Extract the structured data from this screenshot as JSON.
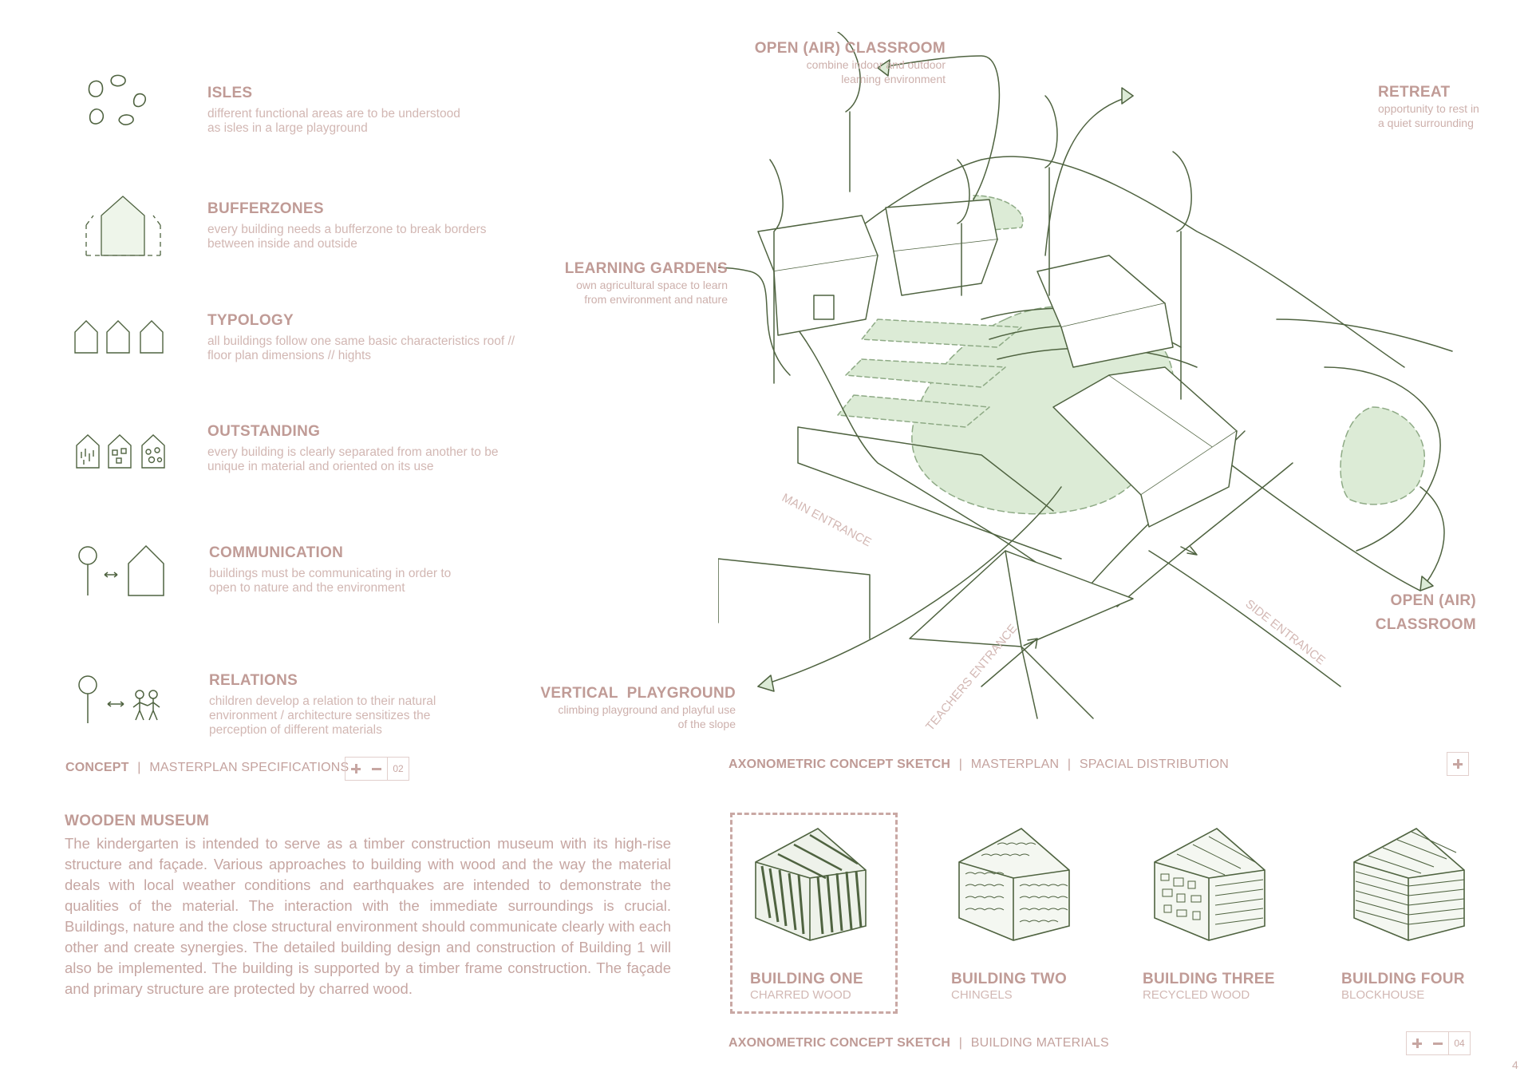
{
  "concept": {
    "items": [
      {
        "title": "ISLES",
        "text": "different functional areas are to be understood as isles in a large playground",
        "icon": "isles-icon"
      },
      {
        "title": "BUFFERZONES",
        "text": "every building needs a bufferzone to break borders between inside and outside",
        "icon": "bufferzone-house-icon"
      },
      {
        "title": "TYPOLOGY",
        "text": "all buildings follow one same basic characteristics roof // floor plan dimensions // hights",
        "icon": "three-houses-icon"
      },
      {
        "title": "OUTSTANDING",
        "text": "every building is clearly separated from another to be unique in material and oriented on its use",
        "icon": "patterned-houses-icon"
      },
      {
        "title": "COMMUNICATION",
        "text": "buildings must be communicating in order to open to nature and the environment",
        "icon": "tree-house-arrow-icon"
      },
      {
        "title": "RELATIONS",
        "text": "children develop a relation to their natural environment / architecture sensitizes the perception of different materials",
        "icon": "tree-children-arrow-icon"
      }
    ],
    "caption": {
      "bold": "CONCEPT",
      "sep": "|",
      "rest": "MASTERPLAN SPECIFICATIONS"
    },
    "page_num": "02"
  },
  "sketch": {
    "labels": {
      "open_air_top": {
        "title": "OPEN (AIR) CLASSROOM",
        "text1": "combine indoor and outdoor",
        "text2": "learning environment"
      },
      "retreat": {
        "title": "RETREAT",
        "text1": "opportunity to rest in",
        "text2": "a quiet surrounding"
      },
      "learning_gardens": {
        "title": "LEARNING GARDENS",
        "text1": "own agricultural space to learn",
        "text2": "from environment and nature"
      },
      "open_air_right": {
        "title1": "OPEN (AIR)",
        "title2": "CLASSROOM"
      },
      "vertical_playground": {
        "title": "VERTICAL  PLAYGROUND",
        "text1": "climbing playground and playful use",
        "text2": "of the slope"
      }
    },
    "entrances": {
      "main": "MAIN ENTRANCE",
      "side": "SIDE ENTRANCE",
      "teachers": "TEACHERS ENTRANCE"
    },
    "caption": {
      "bold": "AXONOMETRIC CONCEPT SKETCH",
      "sep1": "|",
      "part2": "MASTERPLAN",
      "sep2": "|",
      "part3": "SPACIAL DISTRIBUTION"
    }
  },
  "museum": {
    "title": "WOODEN MUSEUM",
    "text": "The kindergarten is intended to serve as a timber construction museum with its high-rise structure and façade. Various approaches to building with wood and the way the material deals with local weather conditions and earthquakes are intended to demonstrate the qualities of the material. The interaction with the immediate surroundings is crucial. Buildings, nature and the close structural environment should communicate clearly with each other and create synergies. The detailed building design and construction of Building 1 will also be implemented. The building is supported by a timber frame construction. The façade and primary structure are protected by charred wood."
  },
  "buildings": [
    {
      "title": "BUILDING ONE",
      "material": "CHARRED WOOD",
      "selected": true
    },
    {
      "title": "BUILDING TWO",
      "material": "CHINGELS",
      "selected": false
    },
    {
      "title": "BUILDING THREE",
      "material": "RECYCLED WOOD",
      "selected": false
    },
    {
      "title": "BUILDING FOUR",
      "material": "BLOCKHOUSE",
      "selected": false
    }
  ],
  "materials_caption": {
    "bold": "AXONOMETRIC CONCEPT SKETCH",
    "sep": "|",
    "rest": "BUILDING MATERIALS"
  },
  "materials_page_num": "04",
  "page_number": "4",
  "colors": {
    "accent": "#c09b96",
    "line": "#4f6340",
    "green": "#dcebd6"
  }
}
